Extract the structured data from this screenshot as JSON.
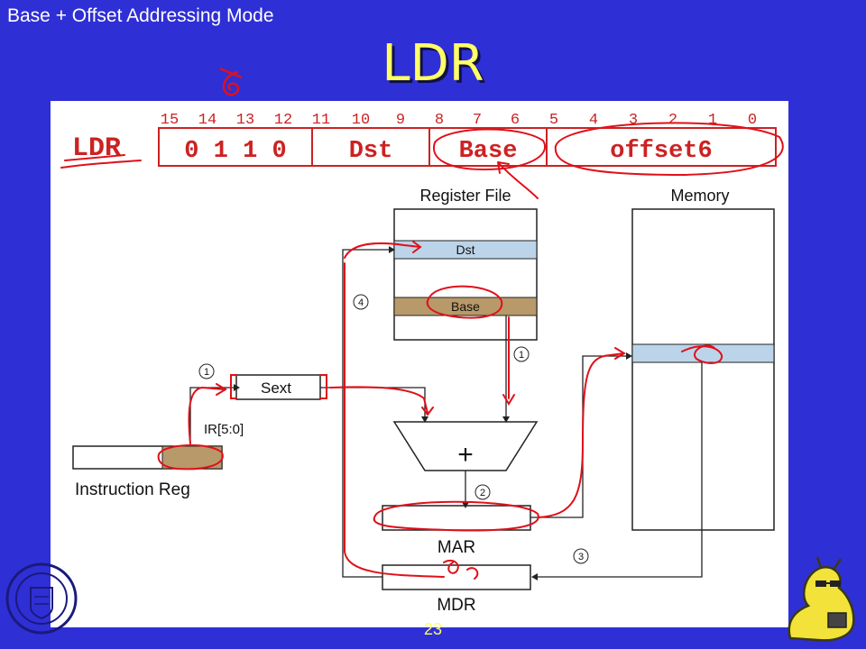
{
  "slide": {
    "subtitle": "Base + Offset Addressing Mode",
    "title": "LDR",
    "page_number": "23"
  },
  "format": {
    "opcode_name": "LDR",
    "bit_numbers": [
      "15",
      "14",
      "13",
      "12",
      "11",
      "10",
      "9",
      "8",
      "7",
      "6",
      "5",
      "4",
      "3",
      "2",
      "1",
      "0"
    ],
    "fields": [
      "0 1 1 0",
      "Dst",
      "Base",
      "offset6"
    ]
  },
  "register_file": {
    "label": "Register File",
    "dst_label": "Dst",
    "base_label": "Base"
  },
  "memory": {
    "label": "Memory"
  },
  "sext": {
    "label": "Sext"
  },
  "ir_slice": {
    "label": "IR[5:0]"
  },
  "instruction_reg": {
    "label": "Instruction Reg"
  },
  "adder": {
    "label": "+"
  },
  "mar": {
    "label": "MAR"
  },
  "mdr": {
    "label": "MDR"
  },
  "steps": [
    "1",
    "1",
    "2",
    "3",
    "4"
  ],
  "colors": {
    "background": "#2f2fd6",
    "title": "#ffff66",
    "dst_register": "#bcd4ea",
    "base_register": "#b8996a",
    "memory_row": "#bcd4ea",
    "ir_field": "#b8996a",
    "ink": "#e0101a",
    "format_red": "#cc2222"
  },
  "icons": {
    "seal": "university-seal-icon",
    "mascot": "slug-mascot-icon",
    "title_mark": "scribble-icon"
  }
}
